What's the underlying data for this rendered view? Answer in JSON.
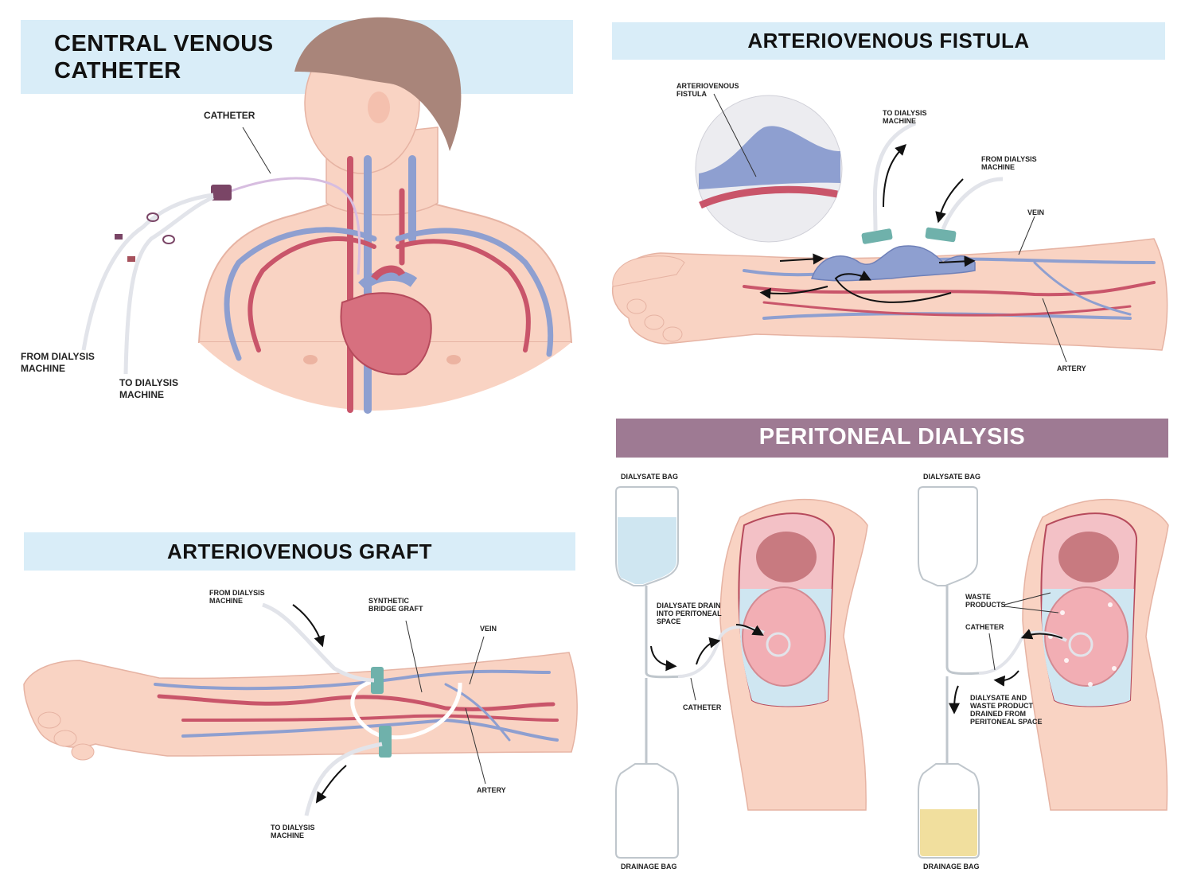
{
  "panels": {
    "cvc": {
      "title": "CENTRAL VENOUS\nCATHETER",
      "labels": {
        "catheter": "CATHETER",
        "from_machine": "FROM DIALYSIS\nMACHINE",
        "to_machine": "TO DIALYSIS\nMACHINE"
      }
    },
    "avf": {
      "title": "ARTERIOVENOUS FISTULA",
      "labels": {
        "fistula": "ARTERIOVENOUS\nFISTULA",
        "to_machine": "TO DIALYSIS\nMACHINE",
        "from_machine": "FROM DIALYSIS\nMACHINE",
        "vein": "VEIN",
        "artery": "ARTERY"
      }
    },
    "avg": {
      "title": "ARTERIOVENOUS GRAFT",
      "labels": {
        "from_machine": "FROM DIALYSIS\nMACHINE",
        "graft": "SYNTHETIC\nBRIDGE GRAFT",
        "vein": "VEIN",
        "artery": "ARTERY",
        "to_machine": "TO DIALYSIS\nMACHINE"
      }
    },
    "pd": {
      "title": "PERITONEAL DIALYSIS",
      "left": {
        "dialysate_bag": "DIALYSATE BAG",
        "drain_note": "DIALYSATE DRAIN\nINTO PERITONEAL\nSPACE",
        "catheter": "CATHETER",
        "drainage_bag": "DRAINAGE BAG"
      },
      "right": {
        "dialysate_bag": "DIALYSATE BAG",
        "waste": "WASTE\nPRODUCTS",
        "catheter": "CATHETER",
        "drain_note": "DIALYSATE AND\nWASTE PRODUCT\nDRAINED FROM\nPERITONEAL SPACE",
        "drainage_bag": "DRAINAGE BAG"
      }
    }
  },
  "colors": {
    "skin": "#f9d3c3",
    "skin_edge": "#d9a08e",
    "vein": "#8e9fd0",
    "artery": "#c9556a",
    "hair": "#a9857a",
    "banner_light": "#d9edf8",
    "banner_purple": "#9e7a93",
    "dialysate": "#cfe6f1",
    "waste_fluid": "#f1df9e"
  }
}
